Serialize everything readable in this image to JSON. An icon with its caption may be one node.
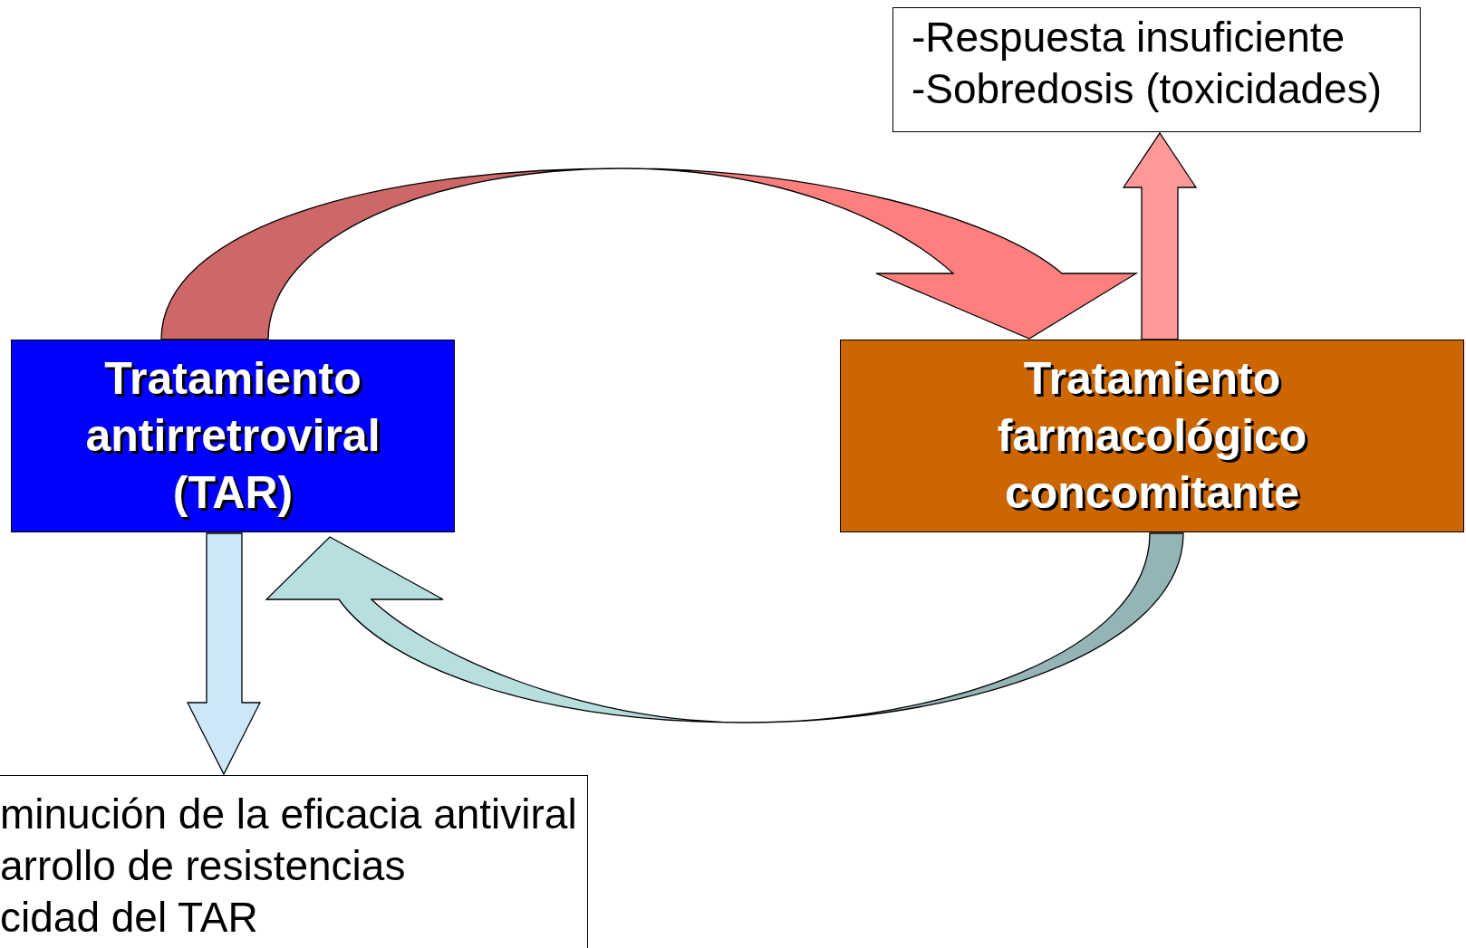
{
  "diagram": {
    "nodes": [
      {
        "text": [
          "-Respuesta insuficiente",
          "-Sobredosis (toxicidades)"
        ]
      },
      {
        "text": [
          "Tratamiento antirretroviral (TAR)"
        ]
      },
      {
        "text": [
          "Tratamiento farmacológico concomitante"
        ]
      },
      {
        "text": [
          "minución de la eficacia antiviral",
          "arrollo de resistencias",
          "cidad del TAR"
        ]
      }
    ],
    "edges": [
      {
        "from": 1,
        "to": 2,
        "arrow": "to",
        "color": "#ff7f7f"
      },
      {
        "from": 2,
        "to": 0,
        "arrow": "to",
        "color": "#ff9999"
      },
      {
        "from": 1,
        "to": 3,
        "arrow": "to",
        "color": "#cce8f8"
      },
      {
        "from": 2,
        "to": 1,
        "arrow": "to",
        "color": "#b8dfe0"
      }
    ]
  }
}
